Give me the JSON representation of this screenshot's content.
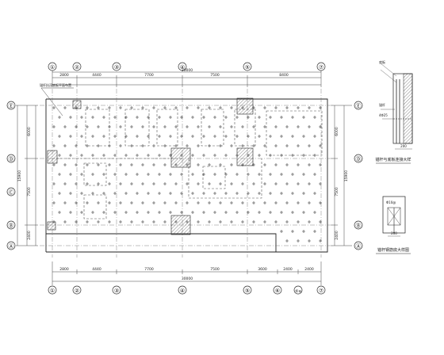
{
  "plan": {
    "column_axes": [
      "①",
      "②",
      "③",
      "④",
      "⑤",
      "⑦"
    ],
    "column_axes_bottom": [
      "①",
      "②",
      "③",
      "④",
      "⑤",
      "⑥",
      "⑥a",
      "⑦"
    ],
    "row_axes": [
      "Ⓔ",
      "Ⓓ",
      "Ⓒ",
      "Ⓑ",
      "Ⓐ"
    ],
    "top_dims": [
      "2800",
      "4440",
      "7700",
      "7500",
      "8400"
    ],
    "top_total": "30000",
    "bottom_dims": [
      "2800",
      "4440",
      "7700",
      "7500",
      "3600",
      "2400",
      "2400"
    ],
    "bottom_total": "30000",
    "left_dims": [
      "6000",
      "7500",
      "2400"
    ],
    "left_total": "15900",
    "right_dims": [
      "6000",
      "7500",
      "2400"
    ],
    "right_total": "15900",
    "note": "锚杆抗浮底板平面布置"
  },
  "details": {
    "detail1": {
      "title": "锚杆与底板连接大样",
      "labels": [
        "底板",
        "锚杆",
        "4Φ25",
        "200"
      ]
    },
    "detail2": {
      "title": "锚杆钢筋底大样图",
      "labels": [
        "Φ10@",
        "200"
      ]
    }
  }
}
